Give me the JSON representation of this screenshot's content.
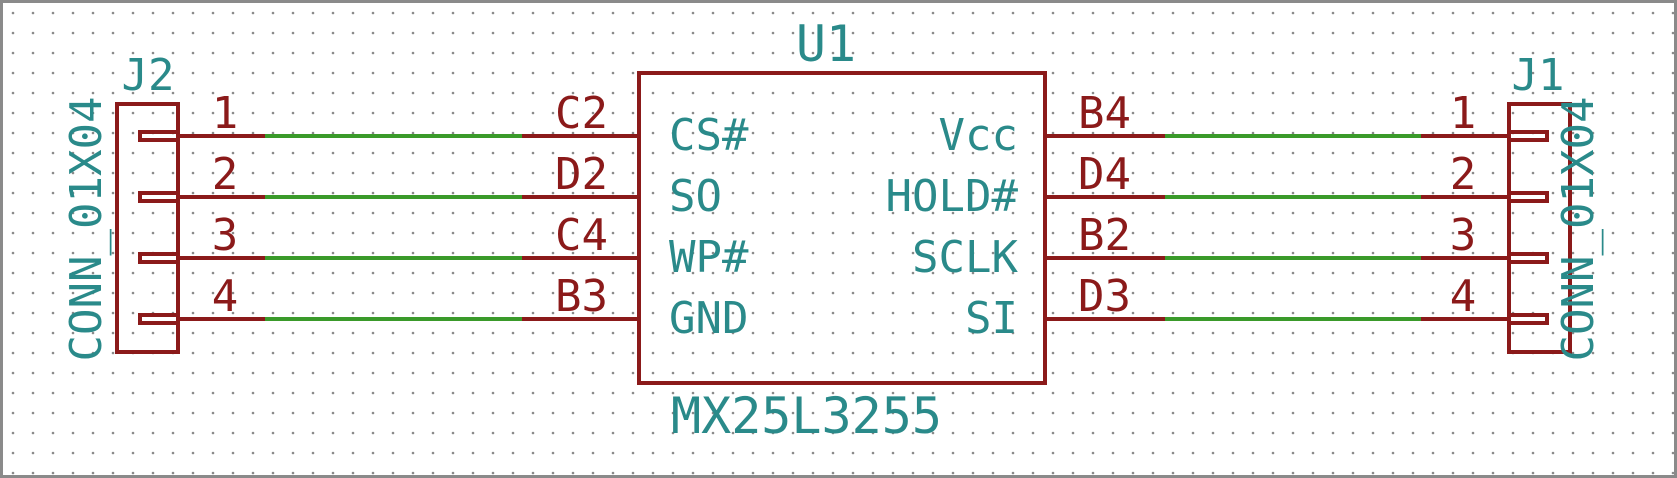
{
  "schematic": {
    "colors": {
      "component": "#8b1a1a",
      "wire": "#3a9a2a",
      "label": "#2a8a8a",
      "pin": "#8b1a1a",
      "grid": "#8a8a8a",
      "border": "#8a8a8a"
    },
    "u1": {
      "reference": "U1",
      "value": "MX25L3255",
      "left_pins": [
        {
          "number": "C2",
          "name": "CS#"
        },
        {
          "number": "D2",
          "name": "SO"
        },
        {
          "number": "C4",
          "name": "WP#"
        },
        {
          "number": "B3",
          "name": "GND"
        }
      ],
      "right_pins": [
        {
          "number": "B4",
          "name": "Vcc"
        },
        {
          "number": "D4",
          "name": "HOLD#"
        },
        {
          "number": "B2",
          "name": "SCLK"
        },
        {
          "number": "D3",
          "name": "SI"
        }
      ]
    },
    "j2": {
      "reference": "J2",
      "value": "CONN_01X04",
      "pins": [
        "1",
        "2",
        "3",
        "4"
      ]
    },
    "j1": {
      "reference": "J1",
      "value": "CONN_01X04",
      "pins": [
        "1",
        "2",
        "3",
        "4"
      ]
    }
  }
}
